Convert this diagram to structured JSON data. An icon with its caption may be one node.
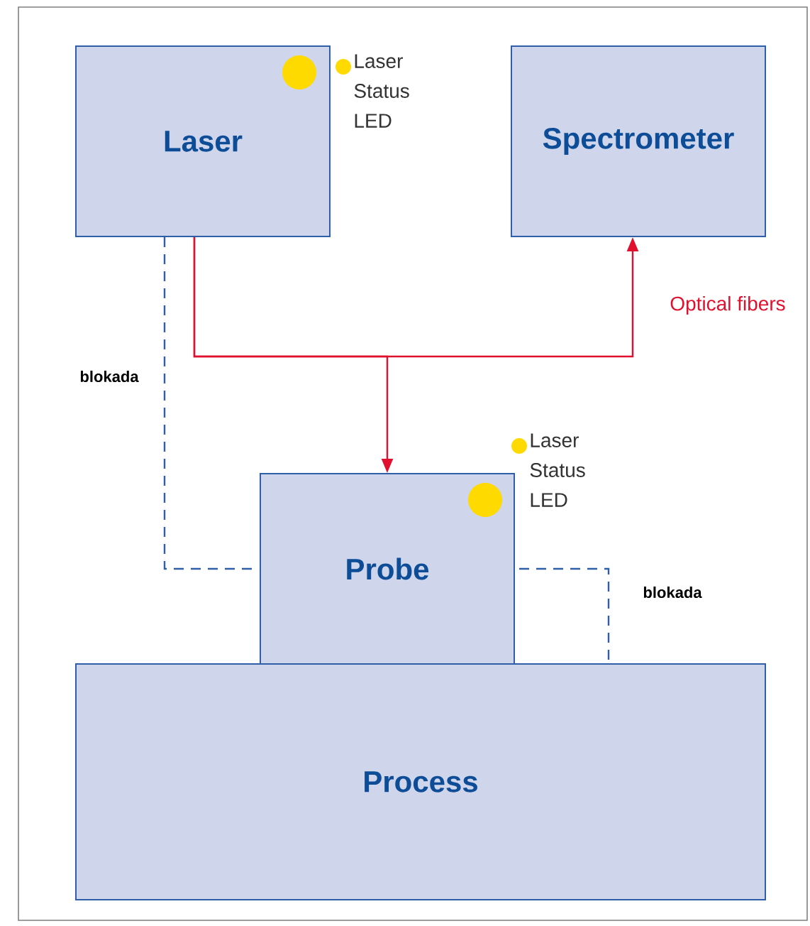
{
  "diagram": {
    "nodes": [
      {
        "text": [
          "Laser"
        ],
        "beside": [
          "Laser Status LED"
        ]
      },
      {
        "text": [
          "Spectrometer"
        ]
      },
      {
        "text": [
          "Probe"
        ],
        "beside": [
          "Laser Status LED"
        ]
      },
      {
        "text": [
          "Process"
        ]
      }
    ],
    "edges": [
      {
        "from": 0,
        "to": 2,
        "arrow": "to",
        "color": "#e0102f"
      },
      {
        "from": 0,
        "to": 1,
        "arrow": "to",
        "color": "#e0102f",
        "label": "Optical fibers"
      },
      {
        "from": 0,
        "to": 2,
        "arrow": "none",
        "style": "dashed",
        "label": "blokada",
        "color": "#2e5fa8"
      },
      {
        "from": 2,
        "to": 3,
        "arrow": "none",
        "style": "dashed",
        "label": "blokada",
        "color": "#2e5fa8"
      }
    ]
  }
}
